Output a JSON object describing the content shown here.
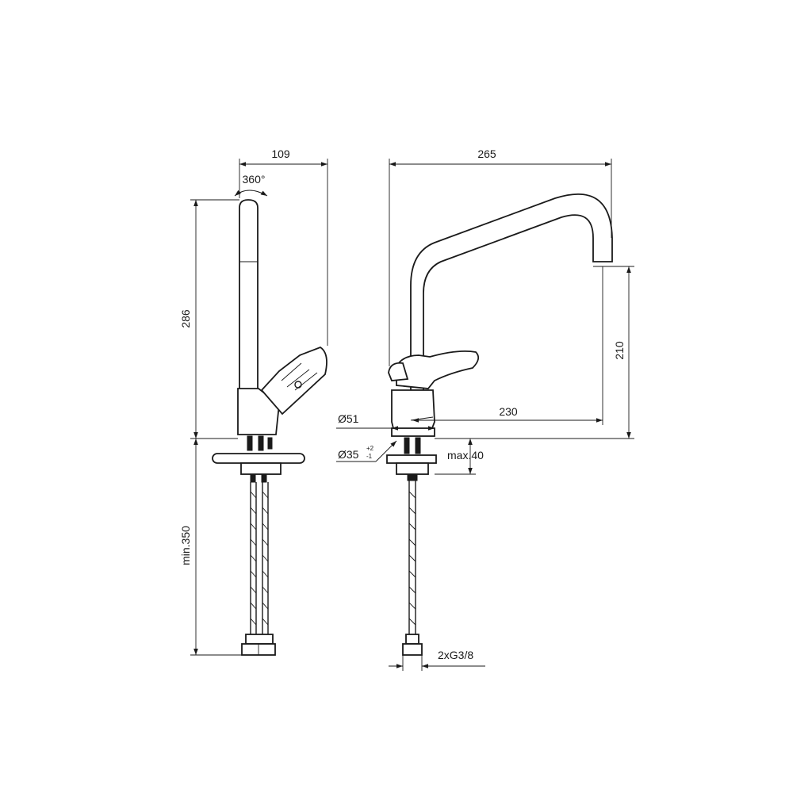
{
  "side_view": {
    "width_label": "109",
    "rotation_label": "360°",
    "height_label": "286",
    "hose_label": "min.350"
  },
  "front_view": {
    "width_label": "265",
    "height_label": "210",
    "reach_label": "230",
    "base_diameter_label": "Ø51",
    "hole_diameter_label": "Ø35",
    "hole_tolerance_upper": "+2",
    "hole_tolerance_lower": "-1",
    "deck_thickness_label": "max.40",
    "connection_label": "2xG3/8"
  }
}
